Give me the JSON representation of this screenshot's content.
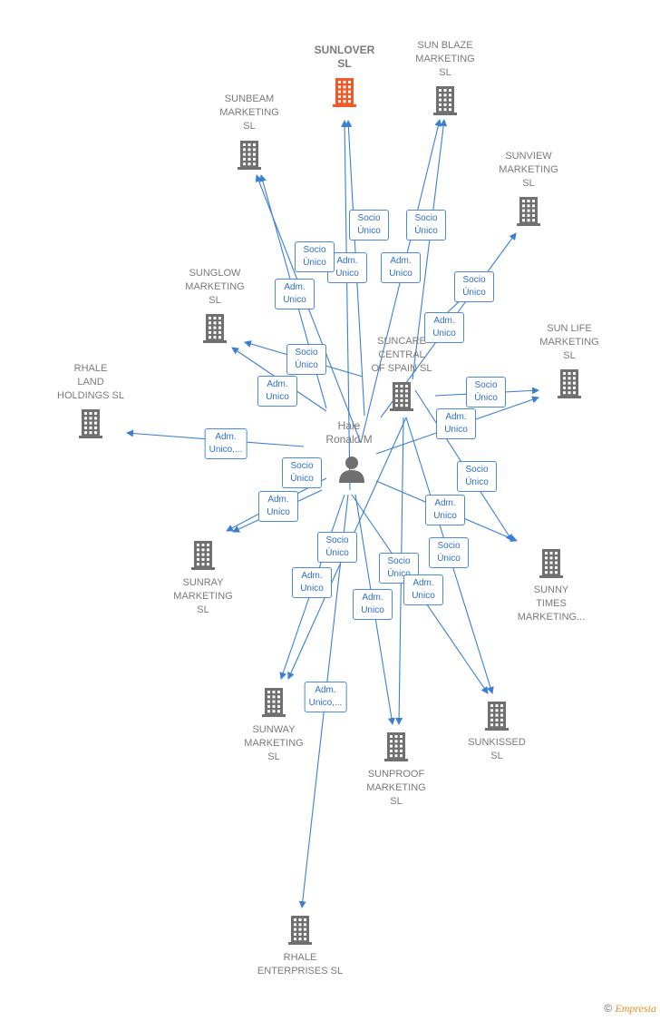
{
  "person": {
    "name": "Hale\nRonald M"
  },
  "center_company": {
    "name": "SUNCARE\nCENTRAL\nOF SPAIN SL"
  },
  "companies": [
    {
      "id": "sunlover",
      "name": "SUNLOVER\nSL",
      "highlight": true
    },
    {
      "id": "sunblaze",
      "name": "SUN BLAZE\nMARKETING\nSL"
    },
    {
      "id": "sunbeam",
      "name": "SUNBEAM\nMARKETING\nSL"
    },
    {
      "id": "sunview",
      "name": "SUNVIEW\nMARKETING\nSL"
    },
    {
      "id": "sunglow",
      "name": "SUNGLOW\nMARKETING\nSL"
    },
    {
      "id": "sunlife",
      "name": "SUN LIFE\nMARKETING\nSL"
    },
    {
      "id": "rhaleland",
      "name": "RHALE\nLAND\nHOLDINGS  SL"
    },
    {
      "id": "sunray",
      "name": "SUNRAY\nMARKETING\nSL"
    },
    {
      "id": "sunnytimes",
      "name": "SUNNY\nTIMES\nMARKETING..."
    },
    {
      "id": "sunway",
      "name": "SUNWAY\nMARKETING\nSL"
    },
    {
      "id": "sunkissed",
      "name": "SUNKISSED\nSL"
    },
    {
      "id": "sunproof",
      "name": "SUNPROOF\nMARKETING\nSL"
    },
    {
      "id": "rhaleent",
      "name": "RHALE\nENTERPRISES SL"
    }
  ],
  "edge_labels": [
    "Socio\nÚnico",
    "Socio\nÚnico",
    "Adm.\nUnico",
    "Adm.\nUnico",
    "Socio\nÚnico",
    "Adm.\nUnico",
    "Socio\nÚnico",
    "Adm.\nUnico",
    "Socio\nÚnico",
    "Adm.\nUnico",
    "Socio\nÚnico",
    "Adm.\nUnico",
    "Adm.\nUnico,...",
    "Socio\nÚnico",
    "Adm.\nUnico",
    "Socio\nÚnico",
    "Adm.\nUnico",
    "Socio\nÚnico",
    "Socio\nÚnico",
    "Adm.\nUnico",
    "Socio\nÚnico",
    "Adm.\nUnico",
    "Adm.\nUnico",
    "Adm.\nUnico,..."
  ],
  "colors": {
    "edge": "#3a7fd5",
    "building": "#707070",
    "building_highlight": "#f05a28"
  },
  "footer": {
    "copyright": "©",
    "brand": "Empresia"
  }
}
